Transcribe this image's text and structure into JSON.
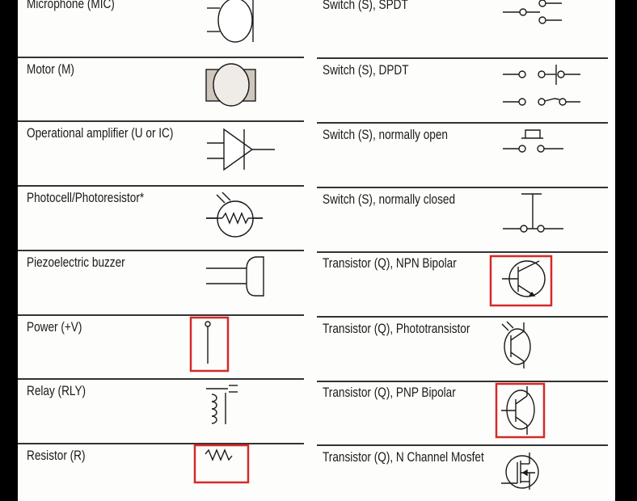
{
  "left_column": [
    {
      "label": "Microphone (MIC)",
      "icon": "microphone-symbol",
      "highlighted": false
    },
    {
      "label": "Motor (M)",
      "icon": "motor-symbol",
      "highlighted": false
    },
    {
      "label": "Operational amplifier (U or IC)",
      "icon": "op-amp-symbol",
      "highlighted": false
    },
    {
      "label": "Photocell/Photoresistor*",
      "icon": "photoresistor-symbol",
      "highlighted": false
    },
    {
      "label": "Piezoelectric buzzer",
      "icon": "piezo-buzzer-symbol",
      "highlighted": false
    },
    {
      "label": "Power (+V)",
      "icon": "power-symbol",
      "highlighted": true
    },
    {
      "label": "Relay (RLY)",
      "icon": "relay-symbol",
      "highlighted": false
    },
    {
      "label": "Resistor (R)",
      "icon": "resistor-symbol",
      "highlighted": true
    }
  ],
  "right_column": [
    {
      "label": "Switch (S), SPDT",
      "icon": "spdt-switch-symbol",
      "highlighted": false
    },
    {
      "label": "Switch (S), DPDT",
      "icon": "dpdt-switch-symbol",
      "highlighted": false
    },
    {
      "label": "Switch (S), normally open",
      "icon": "normally-open-switch-symbol",
      "highlighted": false
    },
    {
      "label": "Switch (S), normally closed",
      "icon": "normally-closed-switch-symbol",
      "highlighted": false
    },
    {
      "label": "Transistor (Q), NPN Bipolar",
      "icon": "npn-transistor-symbol",
      "highlighted": true
    },
    {
      "label": "Transistor (Q), Phototransistor",
      "icon": "phototransistor-symbol",
      "highlighted": false
    },
    {
      "label": "Transistor (Q), PNP Bipolar",
      "icon": "pnp-transistor-symbol",
      "highlighted": true
    },
    {
      "label": "Transistor (Q), N Channel Mosfet",
      "icon": "n-mosfet-symbol",
      "highlighted": false
    }
  ],
  "colors": {
    "highlight": "#d42a2a",
    "ink": "#1a1a1a",
    "background": "#fdfdfb",
    "motor_fill": "#cfc6bd"
  }
}
